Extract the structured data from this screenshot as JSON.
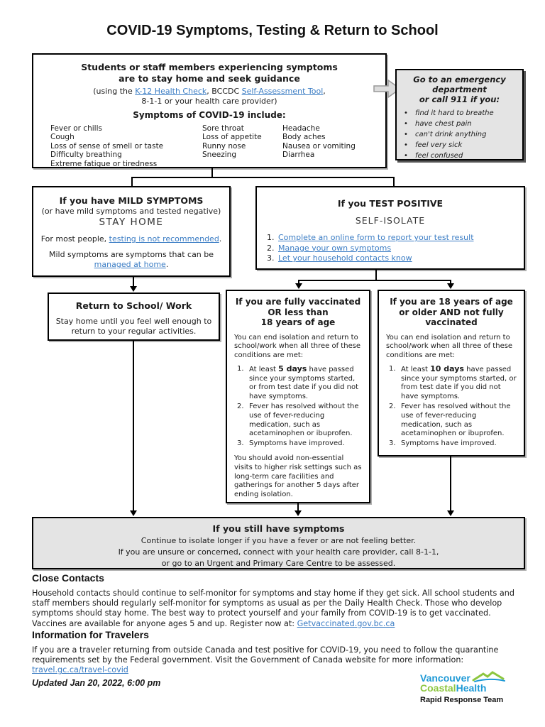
{
  "page": {
    "title": "COVID-19 Symptoms, Testing & Return to School"
  },
  "colors": {
    "link_blue": "#3a7cc4",
    "box_gray": "#e4e4e4",
    "logo_blue": "#1f9ad6",
    "logo_green": "#8dc63f",
    "border_black": "#000000"
  },
  "top_box": {
    "heading_line1": "Students or staff members experiencing symptoms",
    "heading_line2": "are to stay home and seek guidance",
    "guidance_prefix": "(using the ",
    "link_k12": "K-12 Health Check",
    "guidance_mid": ", BCCDC ",
    "link_self_assessment": "Self-Assessment Tool",
    "guidance_comma": ",",
    "guidance_line2": "8-1-1 or your health care provider)",
    "symptoms_heading": "Symptoms of COVID-19 include:",
    "symptoms_col1": [
      "Fever or chills",
      "Cough",
      "Loss of sense of smell or taste",
      "Difficulty breathing",
      "Extreme fatigue or tiredness"
    ],
    "symptoms_col2": [
      "Sore throat",
      "Loss of appetite",
      "Runny nose",
      "Sneezing"
    ],
    "symptoms_col3": [
      "Headache",
      "Body aches",
      "Nausea or vomiting",
      "Diarrhea"
    ]
  },
  "emergency_box": {
    "title_line1": "Go to an emergency",
    "title_line2": "department",
    "title_line3": "or call 911 if you:",
    "bullet": "•",
    "items": [
      "find it hard to breathe",
      "have chest pain",
      "can't drink anything",
      "feel very sick",
      "feel confused"
    ]
  },
  "mild_box": {
    "title": "If you have MILD SYMPTOMS",
    "subtitle": "(or have mild symptoms and tested negative)",
    "stay_home": "STAY HOME",
    "p1_prefix": "For most people, ",
    "p1_link": "testing is not recommended",
    "p1_suffix": ".",
    "p2_line1": "Mild symptoms are symptoms that can be",
    "p2_link": "managed at home",
    "p2_suffix": "."
  },
  "positive_box": {
    "title": "If you TEST POSITIVE",
    "subtitle": "SELF-ISOLATE",
    "item1_num": "1.",
    "item1": "Complete an online form to report your test result",
    "item2_num": "2.",
    "item2": "Manage your own symptoms",
    "item3_num": "3.",
    "item3": "Let your household contacts know"
  },
  "return_box": {
    "title": "Return to School/ Work",
    "body": "Stay home until you feel well enough to return to your regular activities."
  },
  "vaccinated_box": {
    "title_line1": "If you are fully vaccinated",
    "title_line2": "OR less than",
    "title_line3": "18 years of age",
    "intro": "You can end isolation and return to school/work when all three of these conditions are met:",
    "c1_num": "1.",
    "c1_prefix": "At least ",
    "c1_bold": "5 days",
    "c1_suffix": " have passed since your symptoms started, or from test date if you did not have symptoms.",
    "c2_num": "2.",
    "c2": "Fever has resolved without the use of fever-reducing medication, such as acetaminophen or ibuprofen.",
    "c3_num": "3.",
    "c3": "Symptoms have improved.",
    "outro": "You should avoid non-essential visits to higher risk settings such as long-term care facilities and gatherings for another 5 days after ending isolation."
  },
  "unvaccinated_box": {
    "title_line1": "If you are 18 years of age",
    "title_line2": "or older AND not fully",
    "title_line3": "vaccinated",
    "intro": "You can end isolation and return to school/work when all three of these conditions are met:",
    "c1_num": "1.",
    "c1_prefix": "At least ",
    "c1_bold": "10 days",
    "c1_suffix": " have passed since your symptoms started, or from test date if you did not have symptoms.",
    "c2_num": "2.",
    "c2": "Fever has resolved without the use of fever-reducing medication, such as acetaminophen or ibuprofen.",
    "c3_num": "3.",
    "c3": "Symptoms have improved."
  },
  "still_box": {
    "title": "If you still have symptoms",
    "line1": "Continue to isolate longer if you have a fever or are not feeling better.",
    "line2": "If you are unsure or concerned, connect with your health care provider, call 8-1-1,",
    "line3": "or go to an Urgent and Primary Care Centre to be assessed."
  },
  "close_contacts": {
    "heading": "Close Contacts",
    "body": "Household contacts should continue to self-monitor for symptoms and stay home if they get sick. All school students and staff members should regularly self-monitor for symptoms as usual as per the Daily Health Check. Those who develop symptoms should stay home. The best way to protect yourself and your family from COVID-19 is to get vaccinated. Vaccines are available for anyone ages 5 and up. Register now at: ",
    "link": "Getvaccinated.gov.bc.ca"
  },
  "travelers": {
    "heading": "Information for Travelers",
    "body": "If you are a traveler returning from outside Canada and test positive for COVID-19, you need to follow the quarantine requirements set by the Federal government. Visit the Government of Canada website for more information:",
    "link": "travel.gc.ca/travel-covid"
  },
  "footer": {
    "updated": "Updated Jan 20, 2022, 6:00 pm",
    "logo_line1": "Vancouver",
    "logo_line2_green": "Coastal",
    "logo_line2_blue": "Health",
    "logo_tagline": "Rapid Response Team"
  }
}
